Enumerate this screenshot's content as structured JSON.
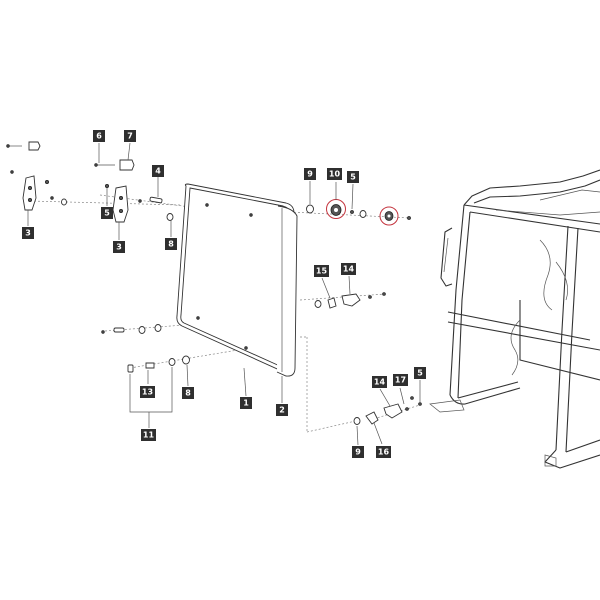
{
  "diagram": {
    "callouts": [
      {
        "id": "c1",
        "label": "1"
      },
      {
        "id": "c2",
        "label": "2"
      },
      {
        "id": "c3a",
        "label": "3"
      },
      {
        "id": "c3b",
        "label": "3"
      },
      {
        "id": "c4",
        "label": "4"
      },
      {
        "id": "c5a",
        "label": "5"
      },
      {
        "id": "c5b",
        "label": "5"
      },
      {
        "id": "c5c",
        "label": "5"
      },
      {
        "id": "c6",
        "label": "6"
      },
      {
        "id": "c7",
        "label": "7"
      },
      {
        "id": "c8a",
        "label": "8"
      },
      {
        "id": "c8b",
        "label": "8"
      },
      {
        "id": "c9a",
        "label": "9"
      },
      {
        "id": "c9b",
        "label": "9"
      },
      {
        "id": "c10",
        "label": "10"
      },
      {
        "id": "c11",
        "label": "11"
      },
      {
        "id": "c13",
        "label": "13"
      },
      {
        "id": "c14a",
        "label": "14"
      },
      {
        "id": "c14b",
        "label": "14"
      },
      {
        "id": "c15",
        "label": "15"
      },
      {
        "id": "c16",
        "label": "16"
      },
      {
        "id": "c17",
        "label": "17"
      }
    ],
    "highlight_color": "#c4343e",
    "callout_color": "#2f2f2f"
  }
}
